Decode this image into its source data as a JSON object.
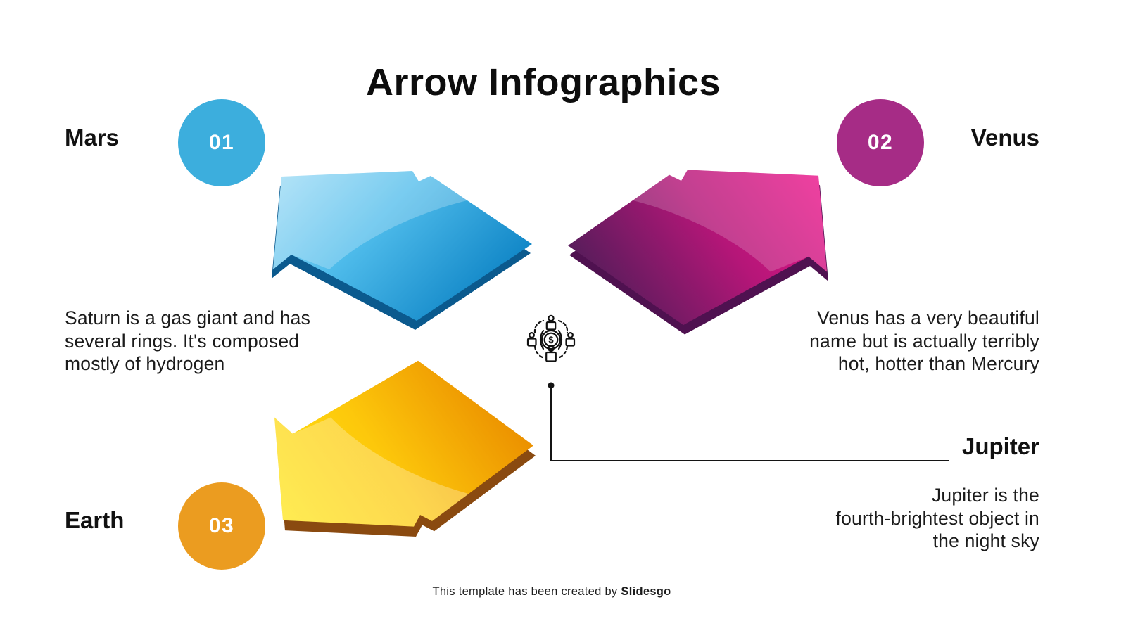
{
  "slide": {
    "title": "Arrow Infographics",
    "footer": {
      "text": "This template has been created by",
      "brand": "Slidesgo"
    }
  },
  "steps": [
    {
      "number": "01",
      "planet": "Mars",
      "circle_color": "#3CAEDD",
      "arrow_direction": "up-left",
      "description_lines": [
        "Saturn is a gas giant and has",
        "several rings. It's composed",
        "mostly of hydrogen"
      ]
    },
    {
      "number": "02",
      "planet": "Venus",
      "circle_color": "#A62C86",
      "arrow_direction": "up-right",
      "description_lines": [
        "Venus has a very beautiful",
        "name but is actually terribly",
        "hot, hotter than Mercury"
      ]
    },
    {
      "number": "03",
      "planet": "Earth",
      "circle_color": "#EB9C20",
      "arrow_direction": "down-left",
      "description_lines": []
    }
  ],
  "callout": {
    "label": "Jupiter",
    "description_lines": [
      "Jupiter is the",
      "fourth-brightest object in",
      "the night sky"
    ]
  },
  "center_icon": {
    "name": "crowdfunding-dollar-people-icon",
    "symbol": "$"
  },
  "colors": {
    "text": "#141414",
    "number_text": "#FFFFFF",
    "connector": "#141414",
    "arrow_blue": {
      "light": "#9FDCF6",
      "dark": "#0F85C6",
      "side": "#0B5A8E"
    },
    "arrow_magenta": {
      "light": "#F0168D",
      "dark": "#5B1C5C",
      "side": "#4F1150"
    },
    "arrow_yellow": {
      "light": "#FFE70F",
      "dark": "#EC9200",
      "side": "#8A4A10"
    }
  }
}
